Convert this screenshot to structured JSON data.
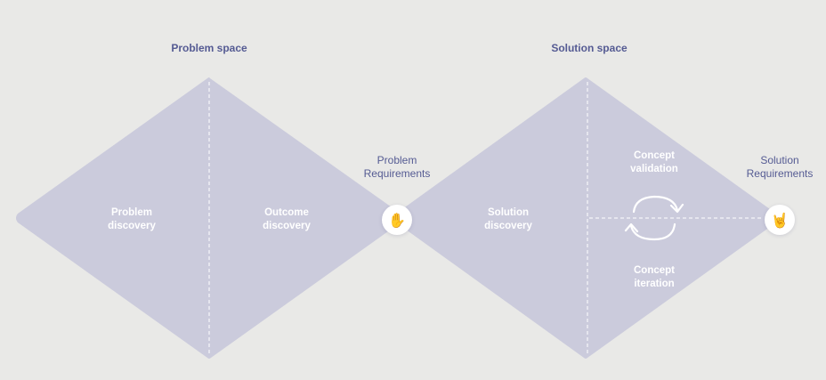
{
  "problem_space": {
    "title": "Problem space",
    "problem_discovery": "Problem\ndiscovery",
    "outcome_discovery": "Outcome\ndiscovery"
  },
  "problem_requirements": {
    "label": "Problem\nRequirements",
    "icon": "raised-hand-icon",
    "glyph": "✋"
  },
  "solution_space": {
    "title": "Solution space",
    "solution_discovery": "Solution\ndiscovery",
    "concept_validation": "Concept\nvalidation",
    "concept_iteration": "Concept\niteration"
  },
  "solution_requirements": {
    "label": "Solution\nRequirements",
    "icon": "rock-on-hand-icon",
    "glyph": "🤘"
  },
  "colors": {
    "background": "#e9e9e7",
    "diamond_fill": "#cbcbdc",
    "title_text": "#555b93",
    "inner_text": "#ffffff",
    "divider": "#ffffff"
  }
}
